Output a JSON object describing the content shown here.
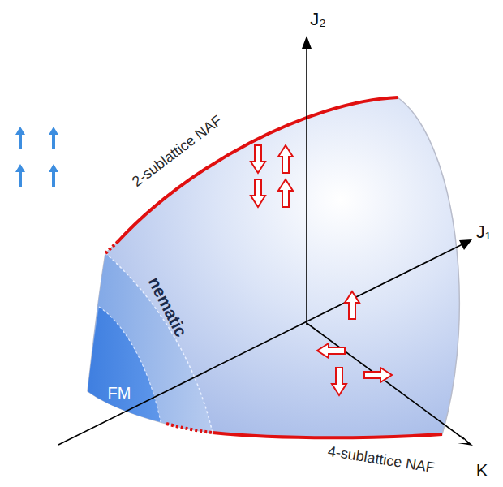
{
  "diagram": {
    "nodes": [
      {
        "text": [
          "FM"
        ]
      },
      {
        "text": [
          "nematic"
        ]
      }
    ],
    "labels": [
      "J₂",
      "J₁",
      "K",
      "2-sublattice NAF",
      "4-sublattice NAF"
    ]
  }
}
